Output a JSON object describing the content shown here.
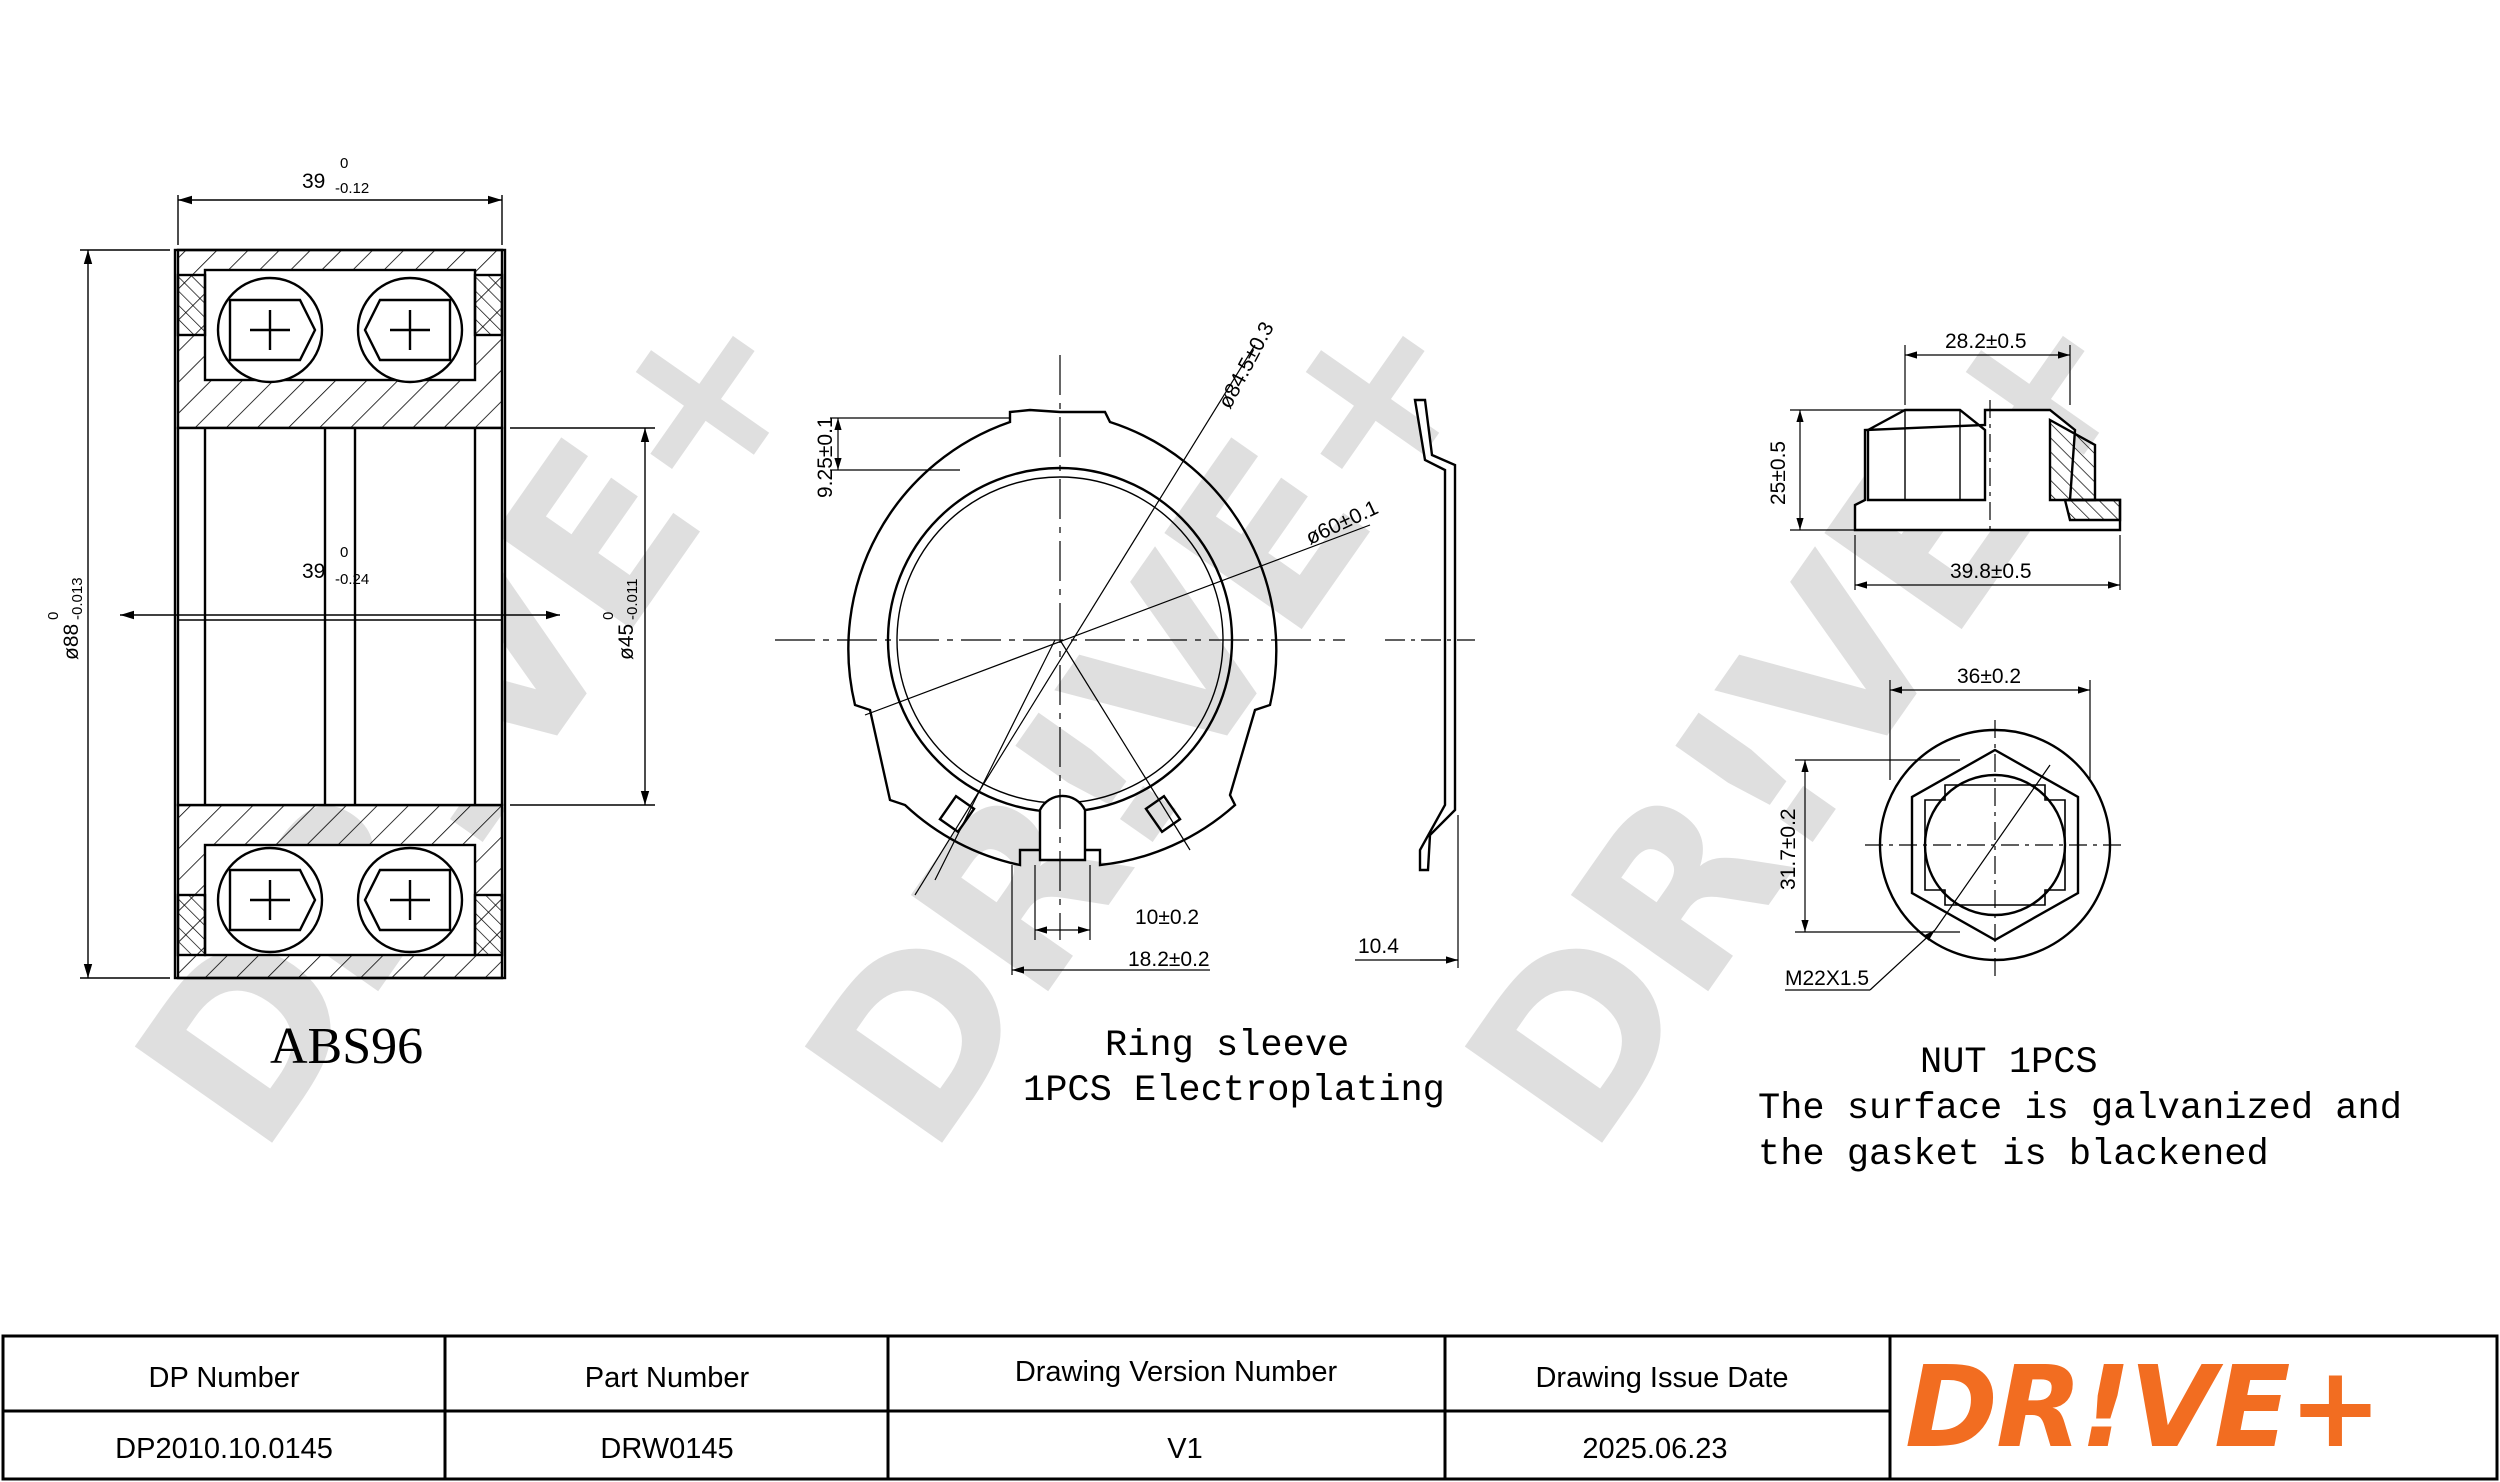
{
  "bearing": {
    "label": "ABS96",
    "dim_width_top": "39",
    "dim_width_top_tol_upper": "0",
    "dim_width_top_tol_lower": "-0.12",
    "dim_width_inner": "39",
    "dim_width_inner_tol_upper": "0",
    "dim_width_inner_tol_lower": "-0.24",
    "dim_outer_dia": "ø88",
    "dim_outer_dia_tol_upper": "0",
    "dim_outer_dia_tol_lower": "-0.013",
    "dim_inner_dia": "ø45",
    "dim_inner_dia_tol_upper": "0",
    "dim_inner_dia_tol_lower": "-0.011"
  },
  "ring_sleeve": {
    "caption_line1": "Ring sleeve",
    "caption_line2": "1PCS Electroplating",
    "dim_outer": "ø84.5±0.3",
    "dim_inner": "ø60±0.1",
    "dim_tab_height": "9.25±0.1",
    "dim_slot": "10±0.2",
    "dim_slot_total": "18.2±0.2",
    "dim_thickness": "10.4"
  },
  "nut": {
    "caption_line1": "NUT 1PCS",
    "caption_line2": "The surface is galvanized and",
    "caption_line3": "the gasket is blackened",
    "dim_hex_width": "28.2±0.5",
    "dim_height": "25±0.5",
    "dim_flange": "39.8±0.5",
    "dim_across": "36±0.2",
    "dim_inner": "31.7±0.2",
    "thread": "M22X1.5"
  },
  "title_block": {
    "col1_header": "DP Number",
    "col2_header": "Part Number",
    "col3_header": "Drawing Version Number",
    "col4_header": "Drawing Issue Date",
    "col1_value": "DP2010.10.0145",
    "col2_value": "DRW0145",
    "col3_value": "V1",
    "col4_value": "2025.06.23"
  },
  "logo": {
    "text": "DR!VE+",
    "color": "#f26d21"
  },
  "watermark": {
    "text": "DR!VE+"
  }
}
